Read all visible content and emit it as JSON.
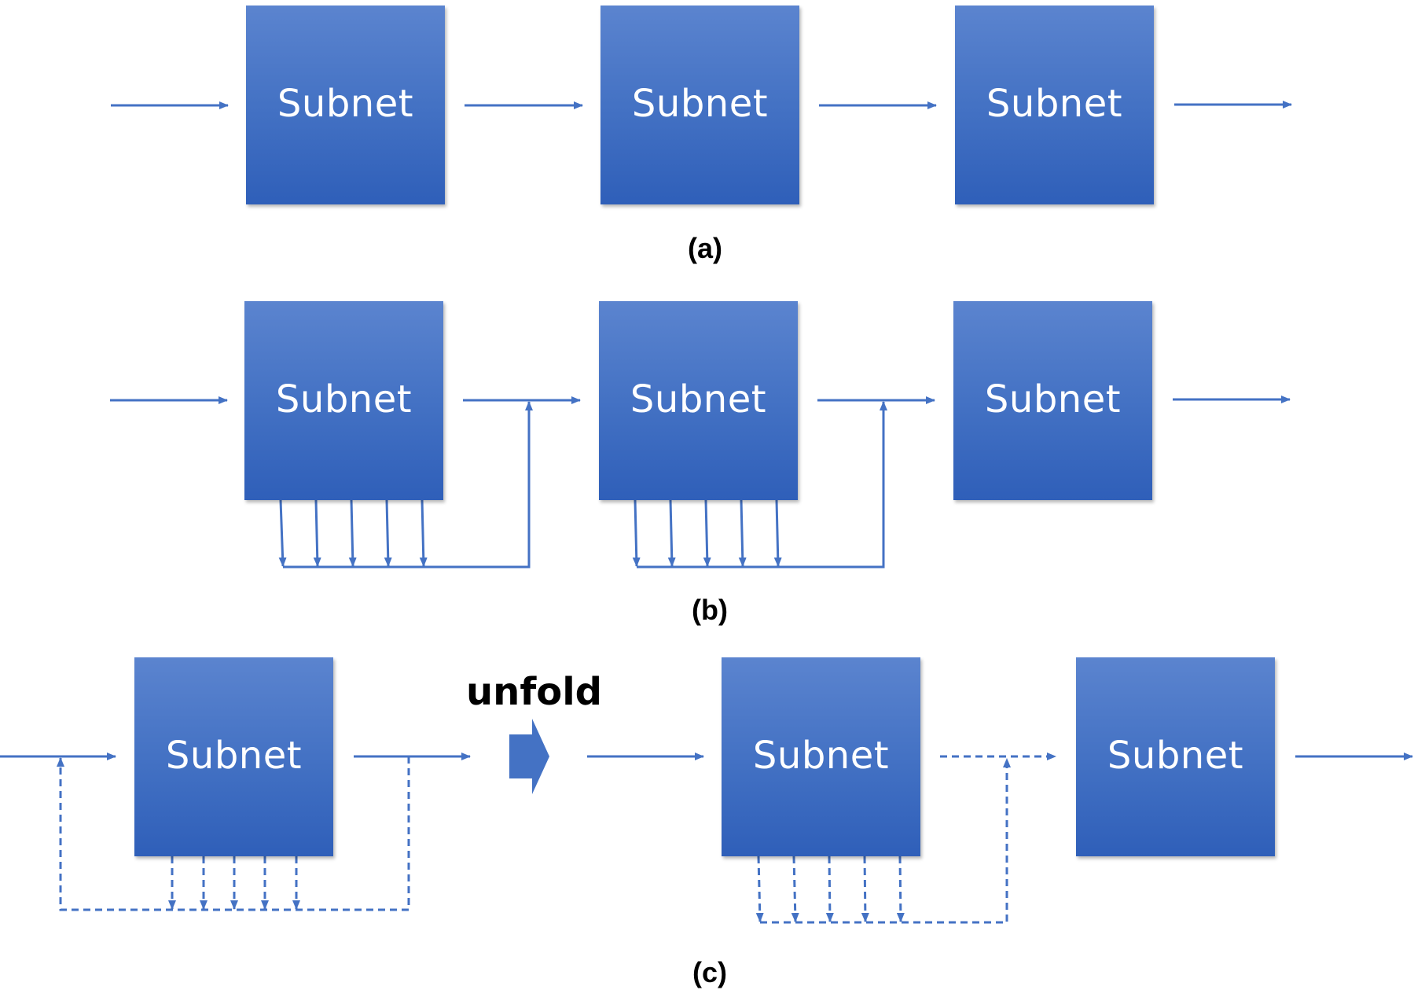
{
  "diagram": {
    "node_label": "Subnet",
    "captions": {
      "a": "(a)",
      "b": "(b)",
      "c": "(c)"
    },
    "unfold_label": "unfold",
    "colors": {
      "node_top": "#5b84cf",
      "node_bottom": "#2f5fb9",
      "connector": "#4472c4",
      "node_text": "#ffffff",
      "caption_text": "#000000"
    }
  }
}
